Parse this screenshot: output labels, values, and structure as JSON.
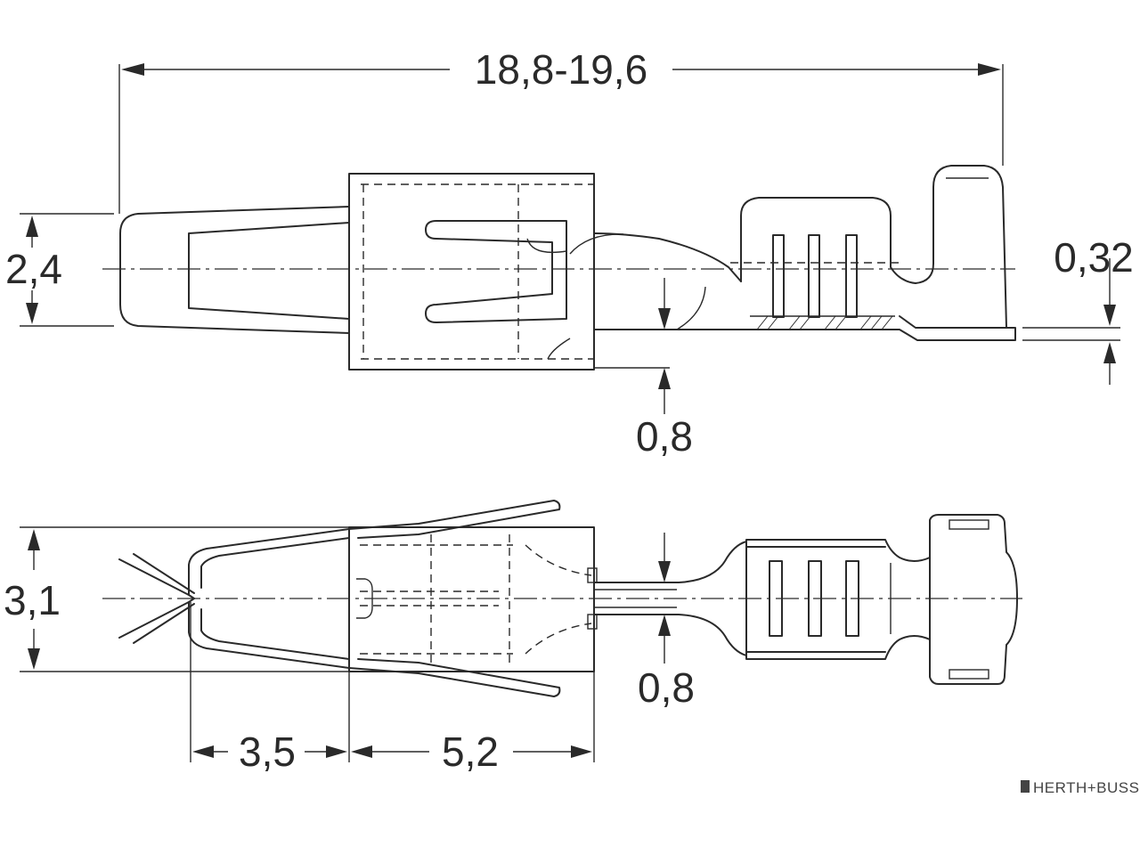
{
  "dimensions": {
    "overall_length": "18,8-19,6",
    "top_height": "2,4",
    "material_thickness": "0,32",
    "top_step": "0,8",
    "bottom_height": "3,1",
    "bottom_width": "0,8",
    "contact_length": "3,5",
    "body_length": "5,2"
  },
  "brand": {
    "logo_text": "HERTH+BUSS"
  },
  "colors": {
    "line": "#2a2a2a",
    "background": "#ffffff"
  }
}
